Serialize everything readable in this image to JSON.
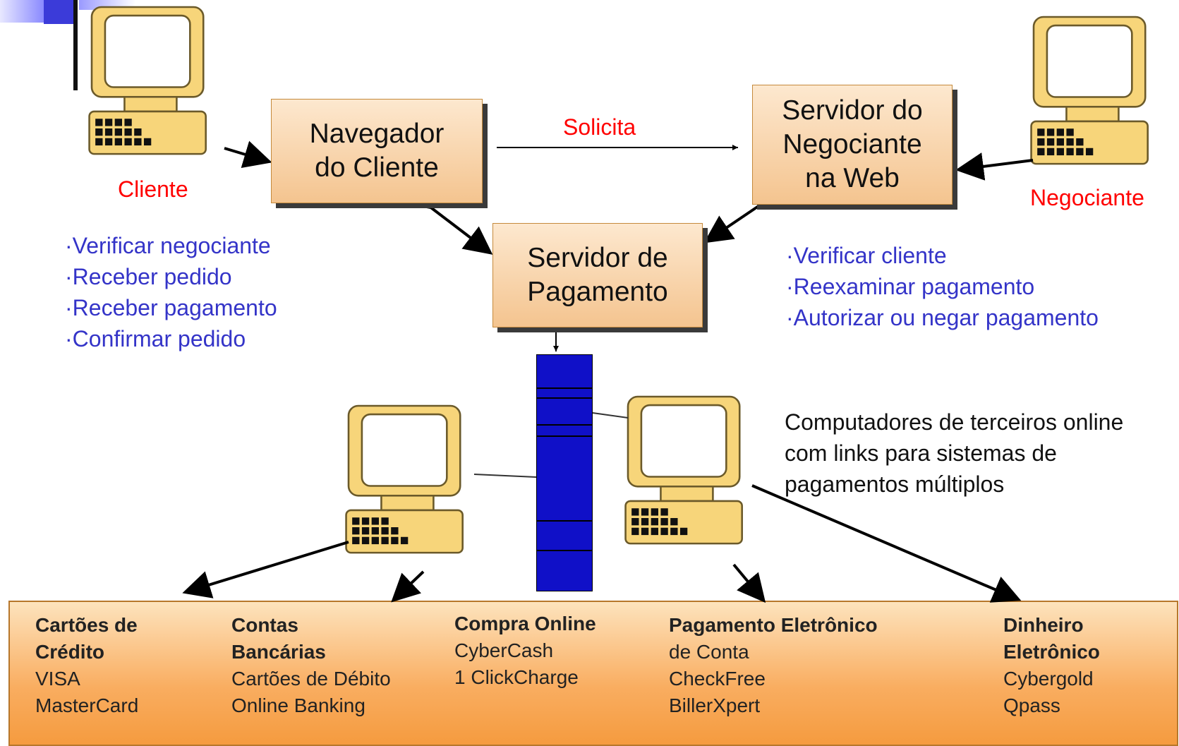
{
  "labels": {
    "cliente": "Cliente",
    "negociante": "Negociante",
    "solicita": "Solicita"
  },
  "boxes": {
    "navegador": "Navegador\ndo Cliente",
    "servidor_negociante": "Servidor do\nNegociante\nna Web",
    "servidor_pagamento": "Servidor de\nPagamento"
  },
  "cliente_tasks": [
    "·Verificar negociante",
    "·Receber pedido",
    "·Receber pagamento",
    "·Confirmar pedido"
  ],
  "negociante_tasks": [
    "·Verificar cliente",
    "·Reexaminar pagamento",
    "·Autorizar ou negar pagamento"
  ],
  "third_party_note": [
    "Computadores de terceiros online",
    "com links para sistemas de",
    "pagamentos múltiplos"
  ],
  "payment_systems": [
    {
      "head": [
        "Cartões de",
        "Crédito"
      ],
      "items": [
        "VISA",
        "MasterCard"
      ]
    },
    {
      "head": [
        "Contas",
        "Bancárias"
      ],
      "items": [
        "Cartões de Débito",
        "Online Banking"
      ]
    },
    {
      "head": [
        "Compra Online"
      ],
      "items": [
        "CyberCash",
        "1 ClickCharge"
      ]
    },
    {
      "head": [
        "Pagamento Eletrônico"
      ],
      "items": [
        "de Conta",
        "CheckFree",
        "BillerXpert"
      ]
    },
    {
      "head": [
        "Dinheiro",
        "Eletrônico"
      ],
      "items": [
        "Cybergold",
        "Qpass"
      ]
    }
  ],
  "colors": {
    "accent_red": "#ff0000",
    "bullet_blue": "#3434c8",
    "box_fill": "#f4c48f",
    "server_tower": "#1010c8",
    "computer_beige": "#f7d57a"
  },
  "icons": {
    "computer": "desktop-computer-icon",
    "server": "server-rack-icon"
  }
}
